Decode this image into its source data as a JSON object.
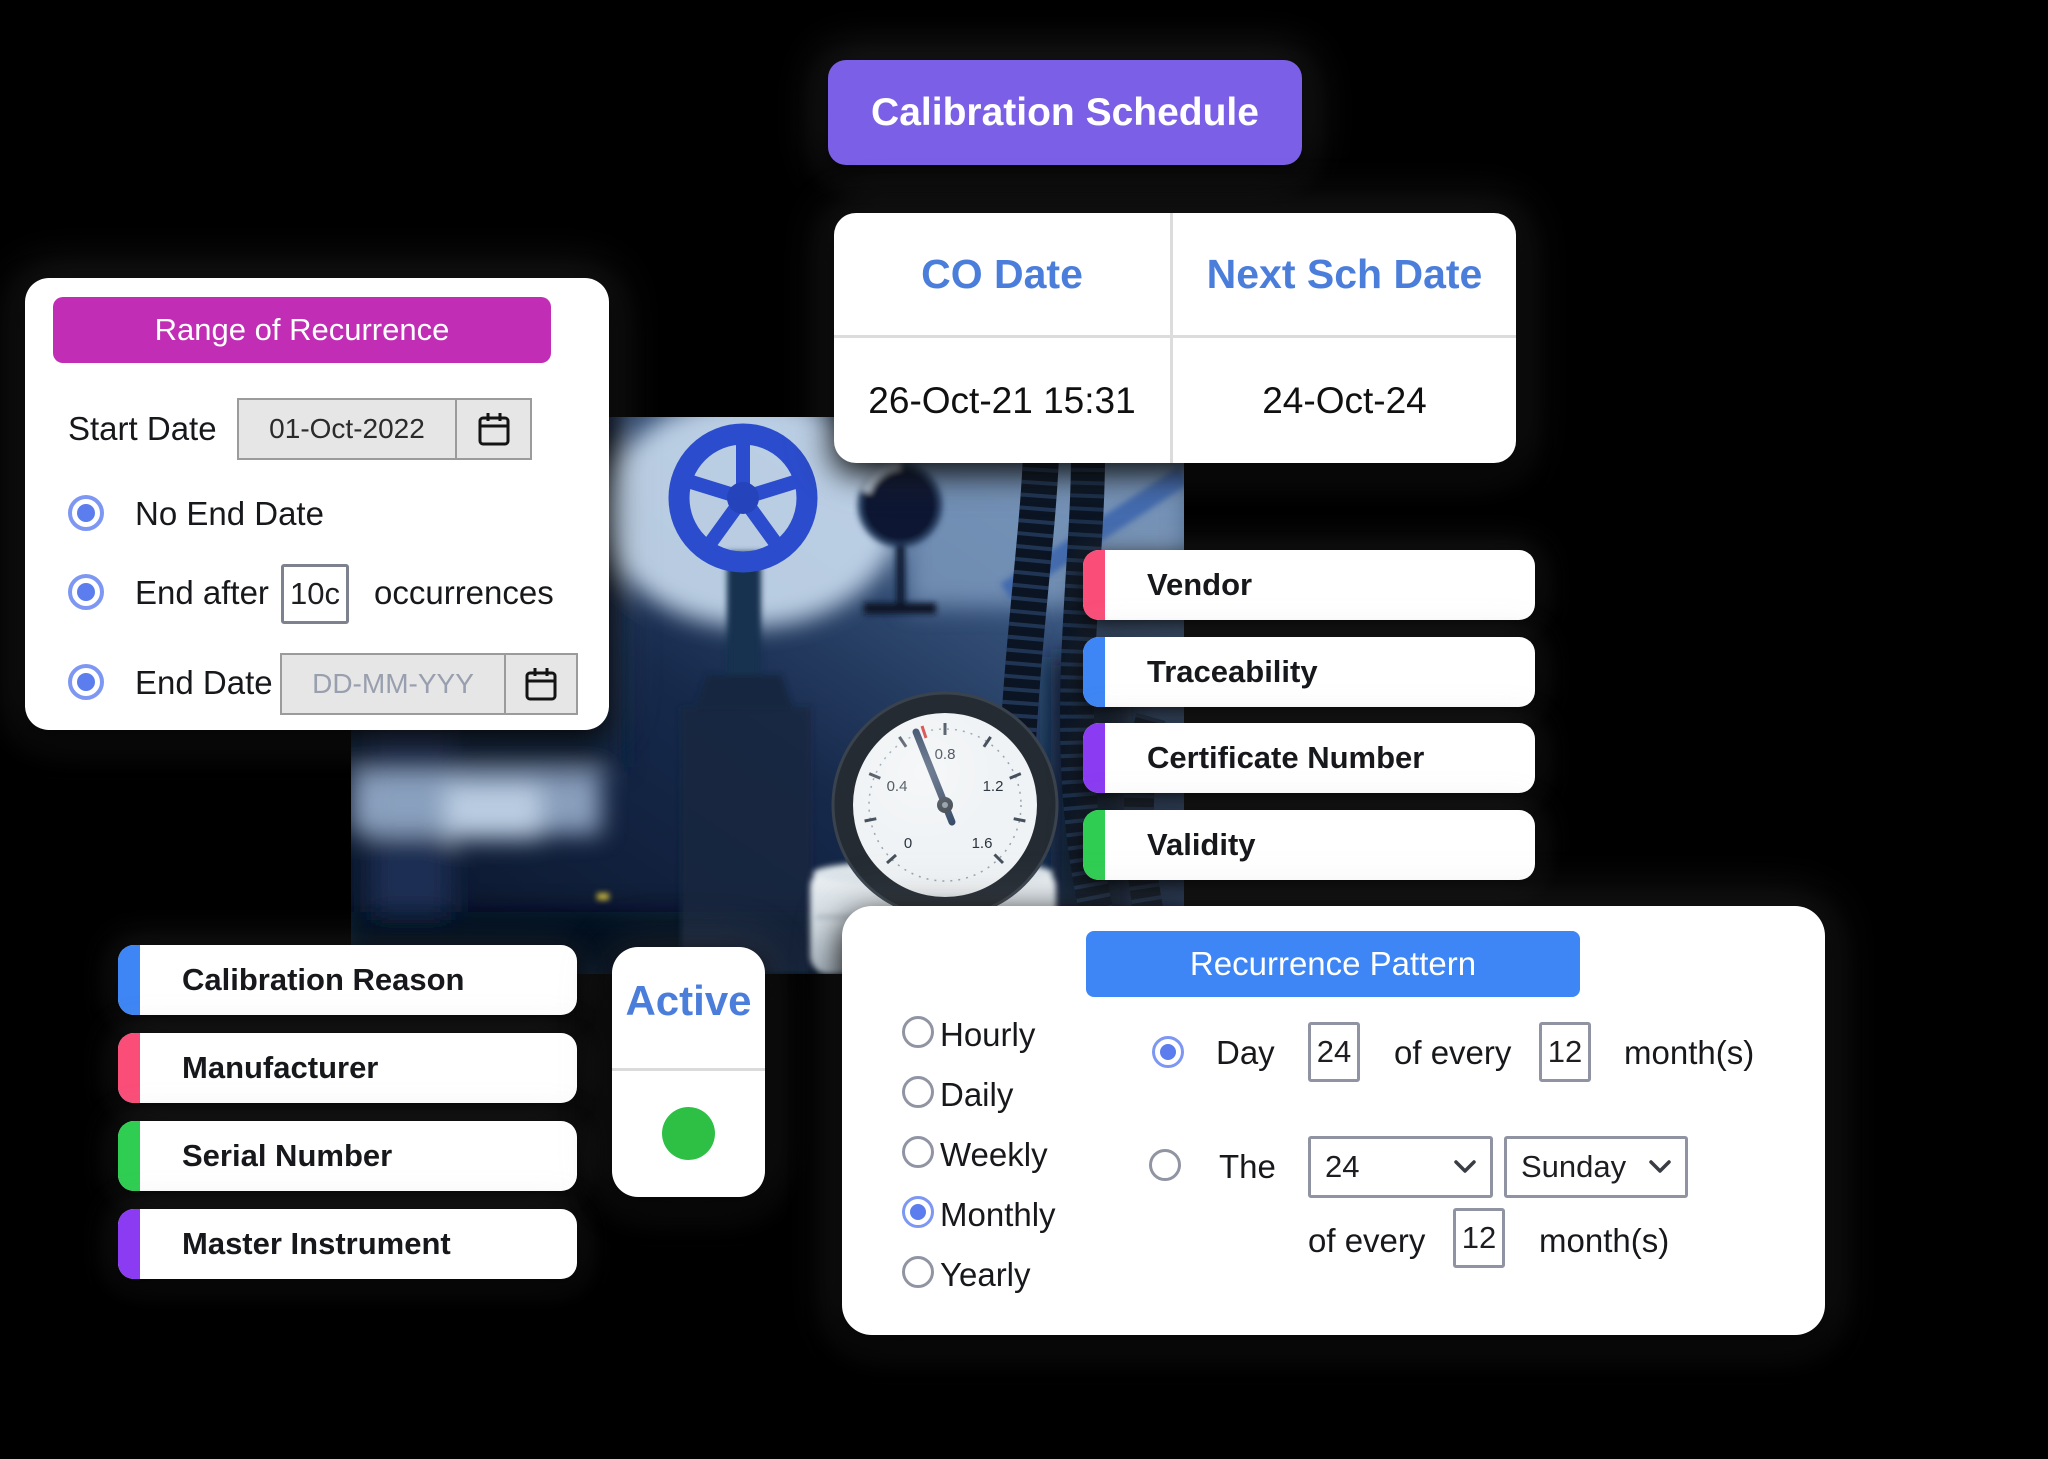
{
  "banner": {
    "label": "Calibration Schedule"
  },
  "schedule_table": {
    "headers": [
      "CO Date",
      "Next Sch Date"
    ],
    "values": [
      "26-Oct-21 15:31",
      "24-Oct-24"
    ]
  },
  "range_card": {
    "title": "Range of Recurrence",
    "start_date_label": "Start Date",
    "start_date_value": "01-Oct-2022",
    "options": [
      {
        "label": "No End Date",
        "selected": true
      },
      {
        "label": "End after",
        "value": "10c",
        "suffix": "occurrences",
        "selected": true
      },
      {
        "label": "End Date",
        "placeholder": "DD-MM-YYY",
        "selected": true
      }
    ]
  },
  "detail_pills_right": [
    {
      "label": "Vendor",
      "accent": "#FA4E79"
    },
    {
      "label": "Traceability",
      "accent": "#3E86F5"
    },
    {
      "label": "Certificate Number",
      "accent": "#8B3BF2"
    },
    {
      "label": "Validity",
      "accent": "#2FCE52"
    }
  ],
  "detail_pills_left": [
    {
      "label": "Calibration Reason",
      "accent": "#3E86F5"
    },
    {
      "label": "Manufacturer",
      "accent": "#FA4E79"
    },
    {
      "label": "Serial Number",
      "accent": "#2FCE52"
    },
    {
      "label": "Master Instrument",
      "accent": "#8B3BF2"
    }
  ],
  "active_card": {
    "label": "Active",
    "status_color": "#2DC044"
  },
  "recurrence_card": {
    "title": "Recurrence Pattern",
    "frequency_options": [
      {
        "label": "Hourly",
        "selected": false
      },
      {
        "label": "Daily",
        "selected": false
      },
      {
        "label": "Weekly",
        "selected": false
      },
      {
        "label": "Monthly",
        "selected": true
      },
      {
        "label": "Yearly",
        "selected": false
      }
    ],
    "monthly_day_rule": {
      "selected": true,
      "prefix": "Day",
      "day": "24",
      "middle": "of every",
      "months": "12",
      "suffix": "month(s)"
    },
    "monthly_weekday_rule": {
      "selected": false,
      "prefix": "The",
      "ordinal": "24",
      "weekday": "Sunday",
      "middle": "of every",
      "months": "12",
      "suffix": "month(s)"
    }
  },
  "colors": {
    "banner_purple": "#7B5FE6",
    "magenta_header": "#C12DB5",
    "blue_header": "#3E86F5",
    "blue_text": "#4B7EDB",
    "accent_pink": "#FA4E79",
    "accent_blue": "#3E86F5",
    "accent_purple": "#8B3BF2",
    "accent_green": "#2FCE52",
    "radio_selected_blue": "#5B7DEE",
    "status_green": "#2DC044",
    "background": "#000000"
  }
}
